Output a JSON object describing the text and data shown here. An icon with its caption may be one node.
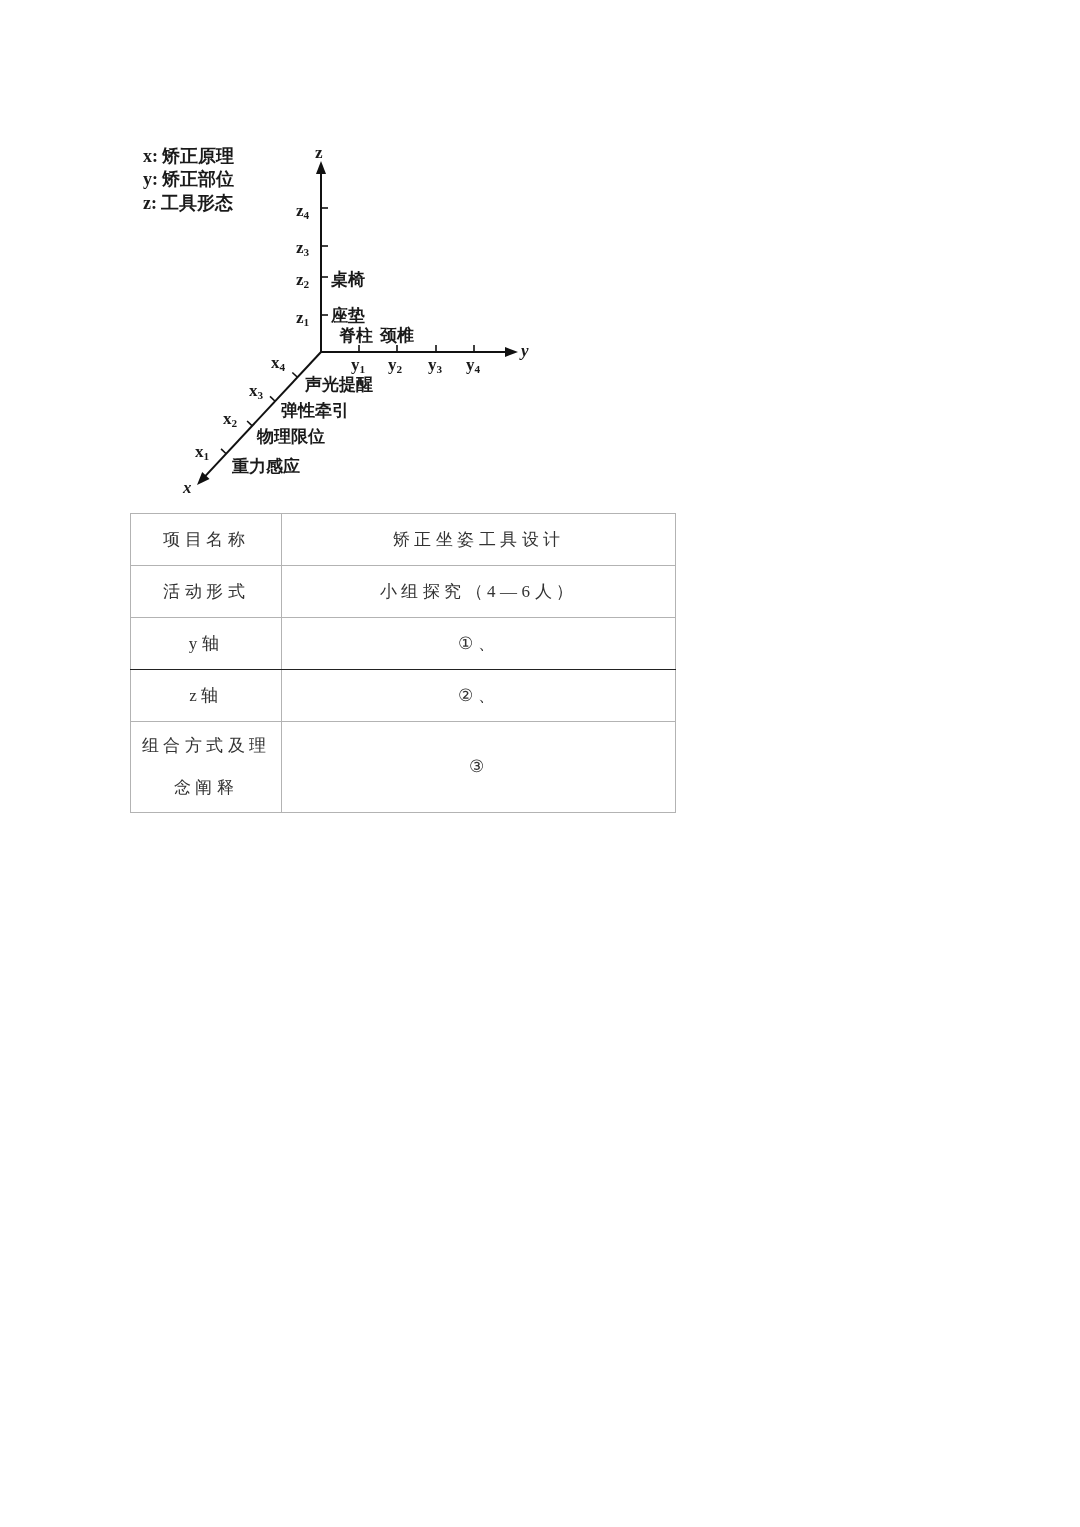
{
  "diagram": {
    "labels": [
      "x: 矫正原理",
      "y: 矫正部位",
      "z: 工具形态",
      "z",
      "z$_{4}$",
      "z$_{3}$",
      "z$_{2}$",
      "桌椅",
      "z$_{1}$",
      "座垫",
      "脊柱",
      "颈椎",
      "y",
      "x$_{4}$",
      "y$_{1}$",
      "y$_{2}$",
      "y$_{3}$",
      "y$_{4}$",
      "声光提醒",
      "x$_{3}$",
      "弹性牵引",
      "x$_{2}$",
      "物理限位",
      "x$_{1}$",
      "重力感应",
      "x",
      "项目名称",
      "矫正坐姿工具设计",
      "活动形式",
      "小组探究（4—6人）",
      "y轴",
      "①、",
      "z轴",
      "②、",
      "组合方式及理念阐释",
      "③"
    ]
  }
}
